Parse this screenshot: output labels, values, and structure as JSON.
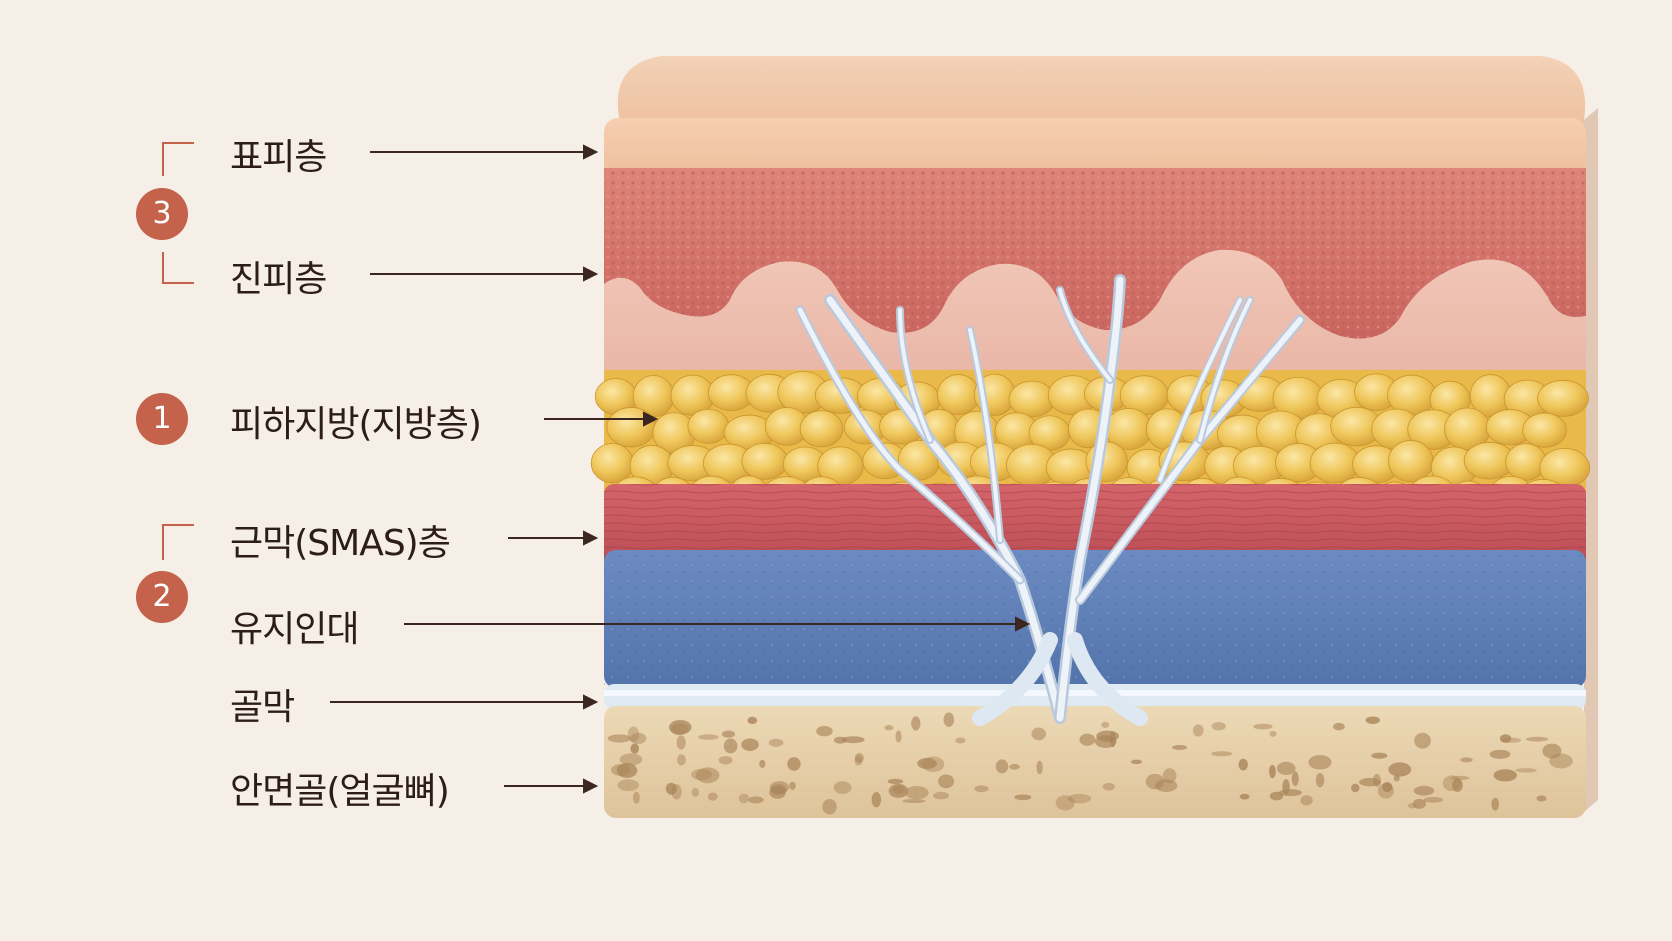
{
  "labels": {
    "epidermis": "표피층",
    "dermis": "진피층",
    "subcutaneous_fat": "피하지방(지방층)",
    "smas": "근막(SMAS)층",
    "retaining_ligament": "유지인대",
    "periosteum": "골막",
    "facial_bone": "안면골(얼굴뼈)"
  },
  "badges": {
    "group_skin": "3",
    "group_fat": "1",
    "group_deep": "2"
  },
  "colors": {
    "accent": "#c4624c",
    "text": "#2c1d17",
    "background": "#f6efe7",
    "epidermis": "#f2c9a8",
    "dermis": "#d9786f",
    "fat": "#f0c95a",
    "smas": "#c9555a",
    "muscle": "#5f7fb8",
    "periosteum": "#dce8f0",
    "bone": "#e7d2ad"
  }
}
